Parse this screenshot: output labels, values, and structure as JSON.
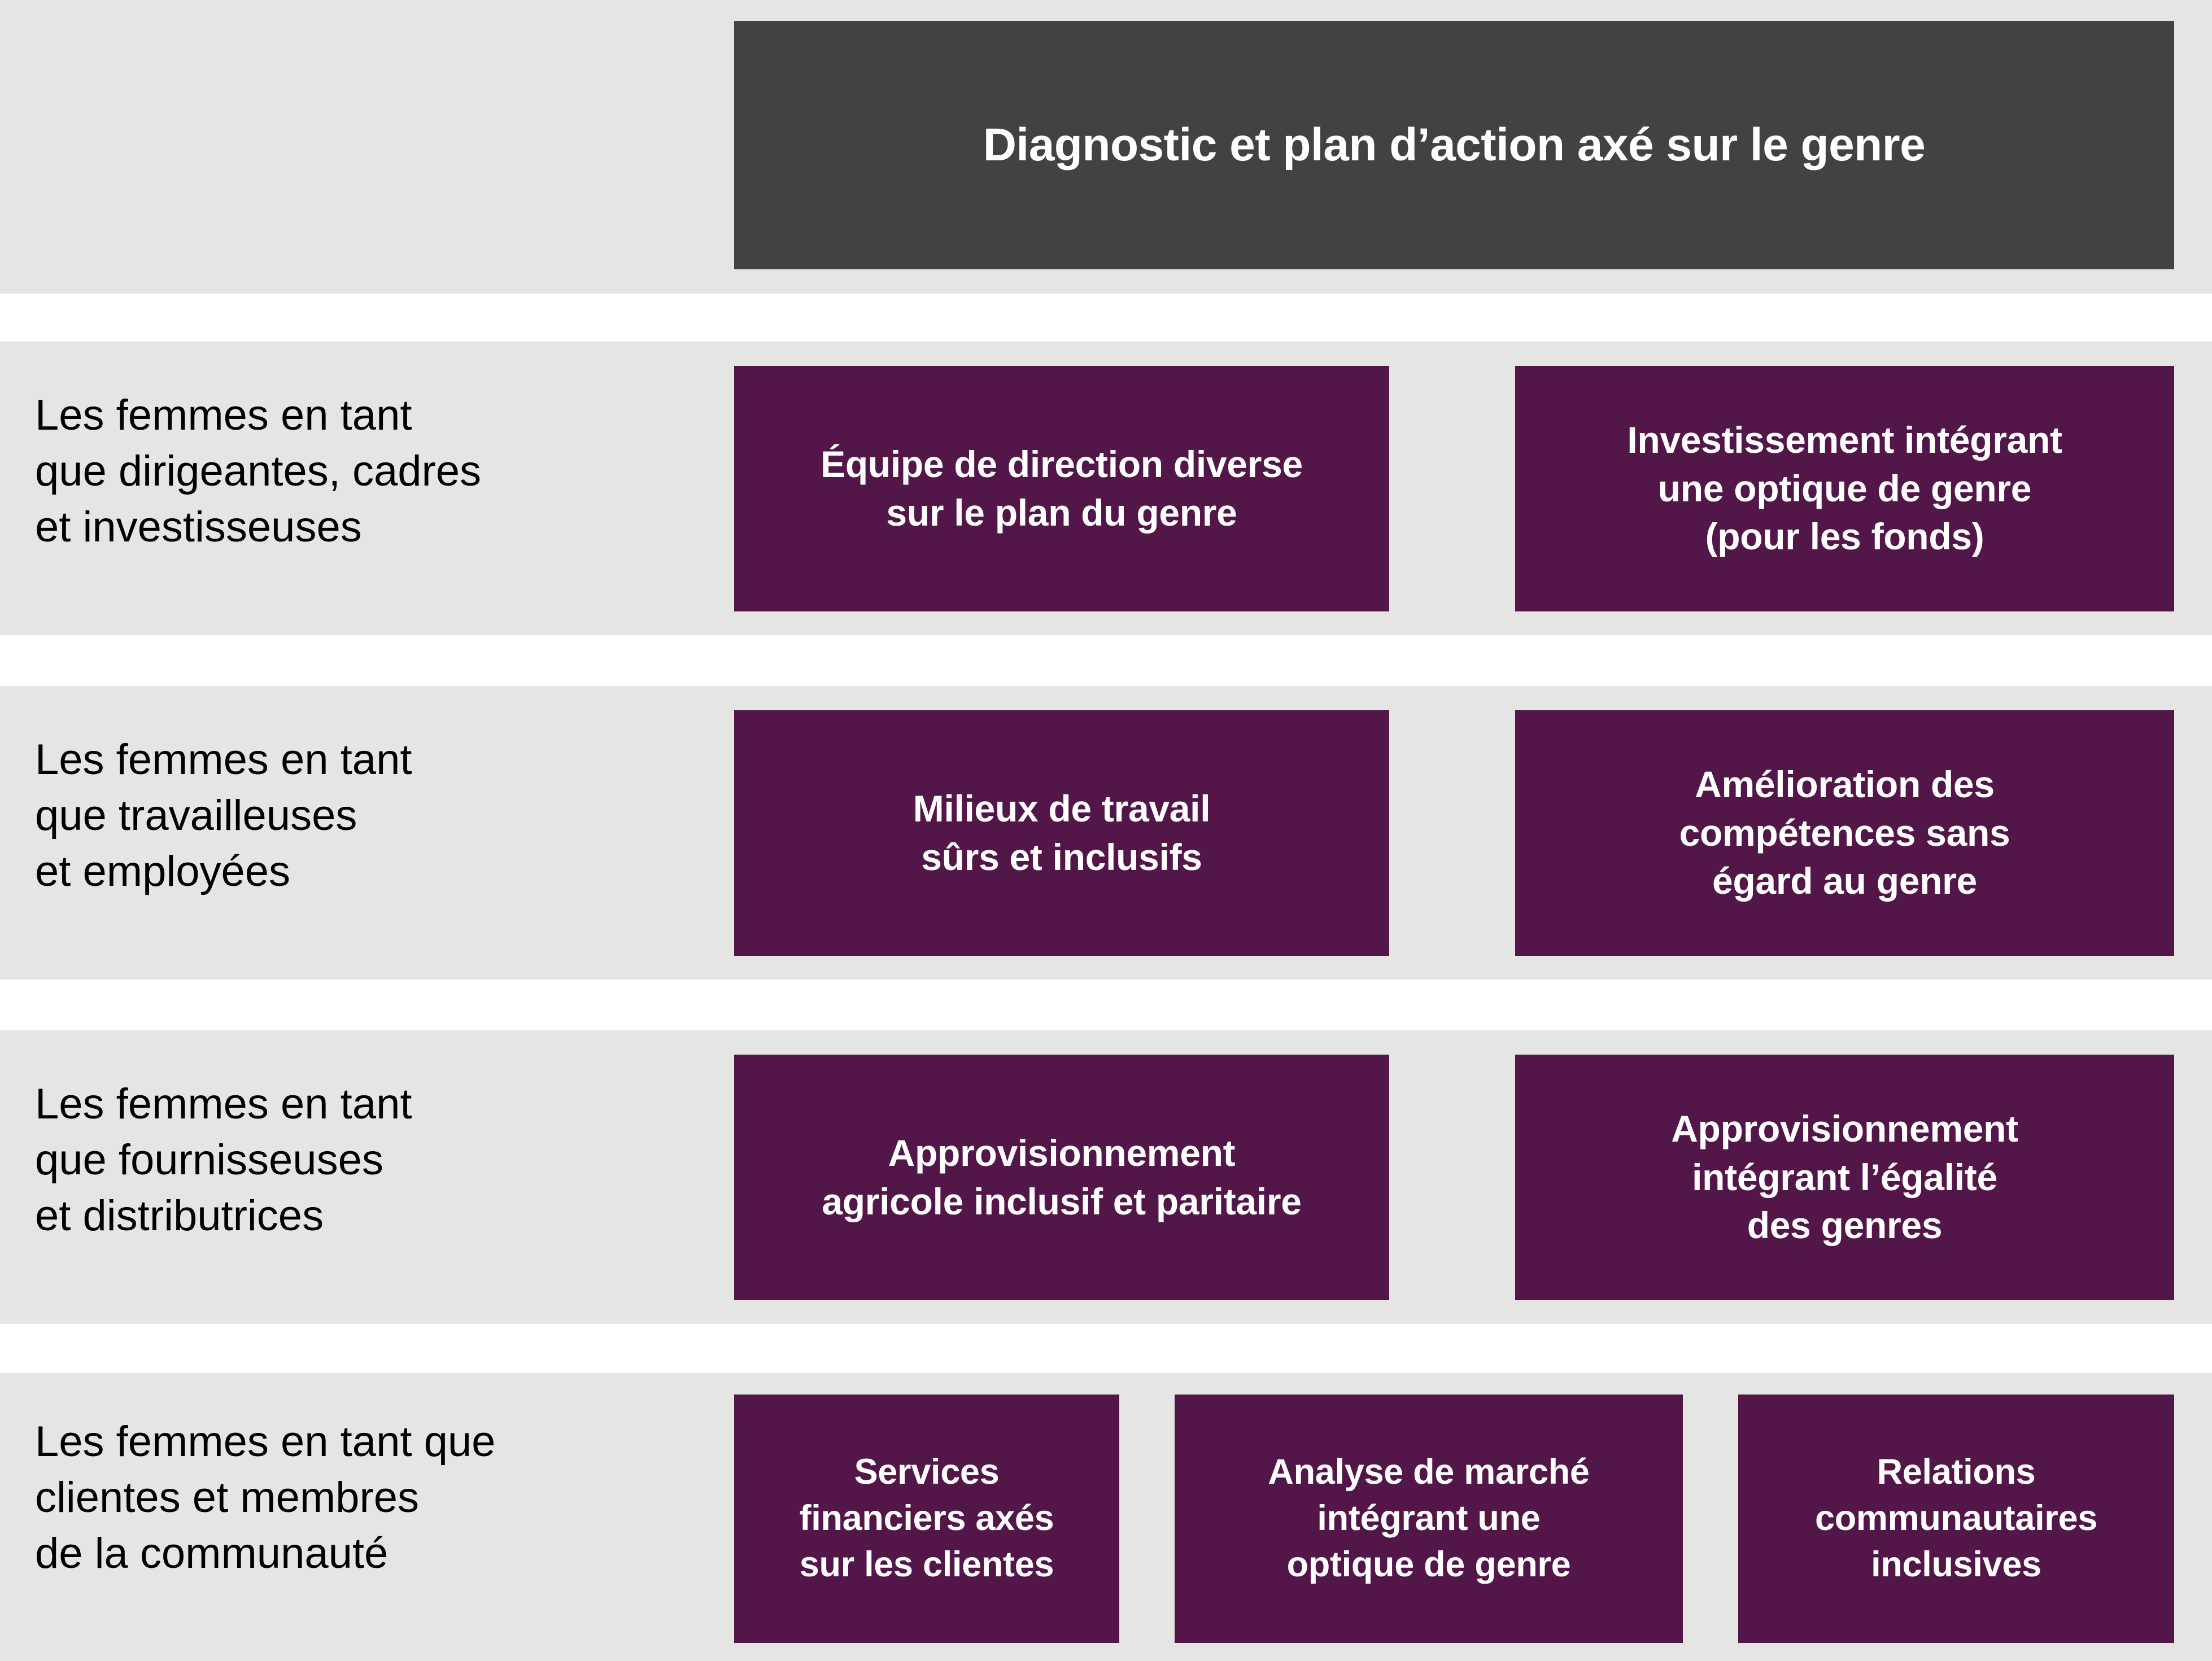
{
  "header": {
    "title": "Diagnostic et plan d’action axé sur le genre",
    "background_color": "#424242",
    "text_color": "#ffffff"
  },
  "theme": {
    "band_color": "#e5e5e4",
    "box_color": "#531649",
    "box_text_color": "#ffffff",
    "page_background": "#ffffff"
  },
  "rows": [
    {
      "label": "Les femmes en tant\nque dirigeantes, cadres\net investisseuses",
      "boxes": [
        {
          "label": "Équipe de direction diverse\nsur le plan du genre"
        },
        {
          "label": "Investissement intégrant\nune optique de genre\n(pour les fonds)"
        }
      ]
    },
    {
      "label": "Les femmes en tant\nque travailleuses\net employées",
      "boxes": [
        {
          "label": "Milieux de travail\nsûrs et inclusifs"
        },
        {
          "label": "Amélioration des\ncompétences sans\négard au genre"
        }
      ]
    },
    {
      "label": "Les femmes en tant\nque fournisseuses\net distributrices",
      "boxes": [
        {
          "label": "Approvisionnement\nagricole inclusif et paritaire"
        },
        {
          "label": "Approvisionnement\nintégrant l’égalité\ndes genres"
        }
      ]
    },
    {
      "label": "Les femmes en tant que\nclientes et membres\nde la communauté",
      "boxes": [
        {
          "label": "Services\nfinanciers axés\nsur les clientes"
        },
        {
          "label": "Analyse de marché\nintégrant une\noptique de genre"
        },
        {
          "label": "Relations\ncommunautaires\ninclusives"
        }
      ]
    }
  ]
}
